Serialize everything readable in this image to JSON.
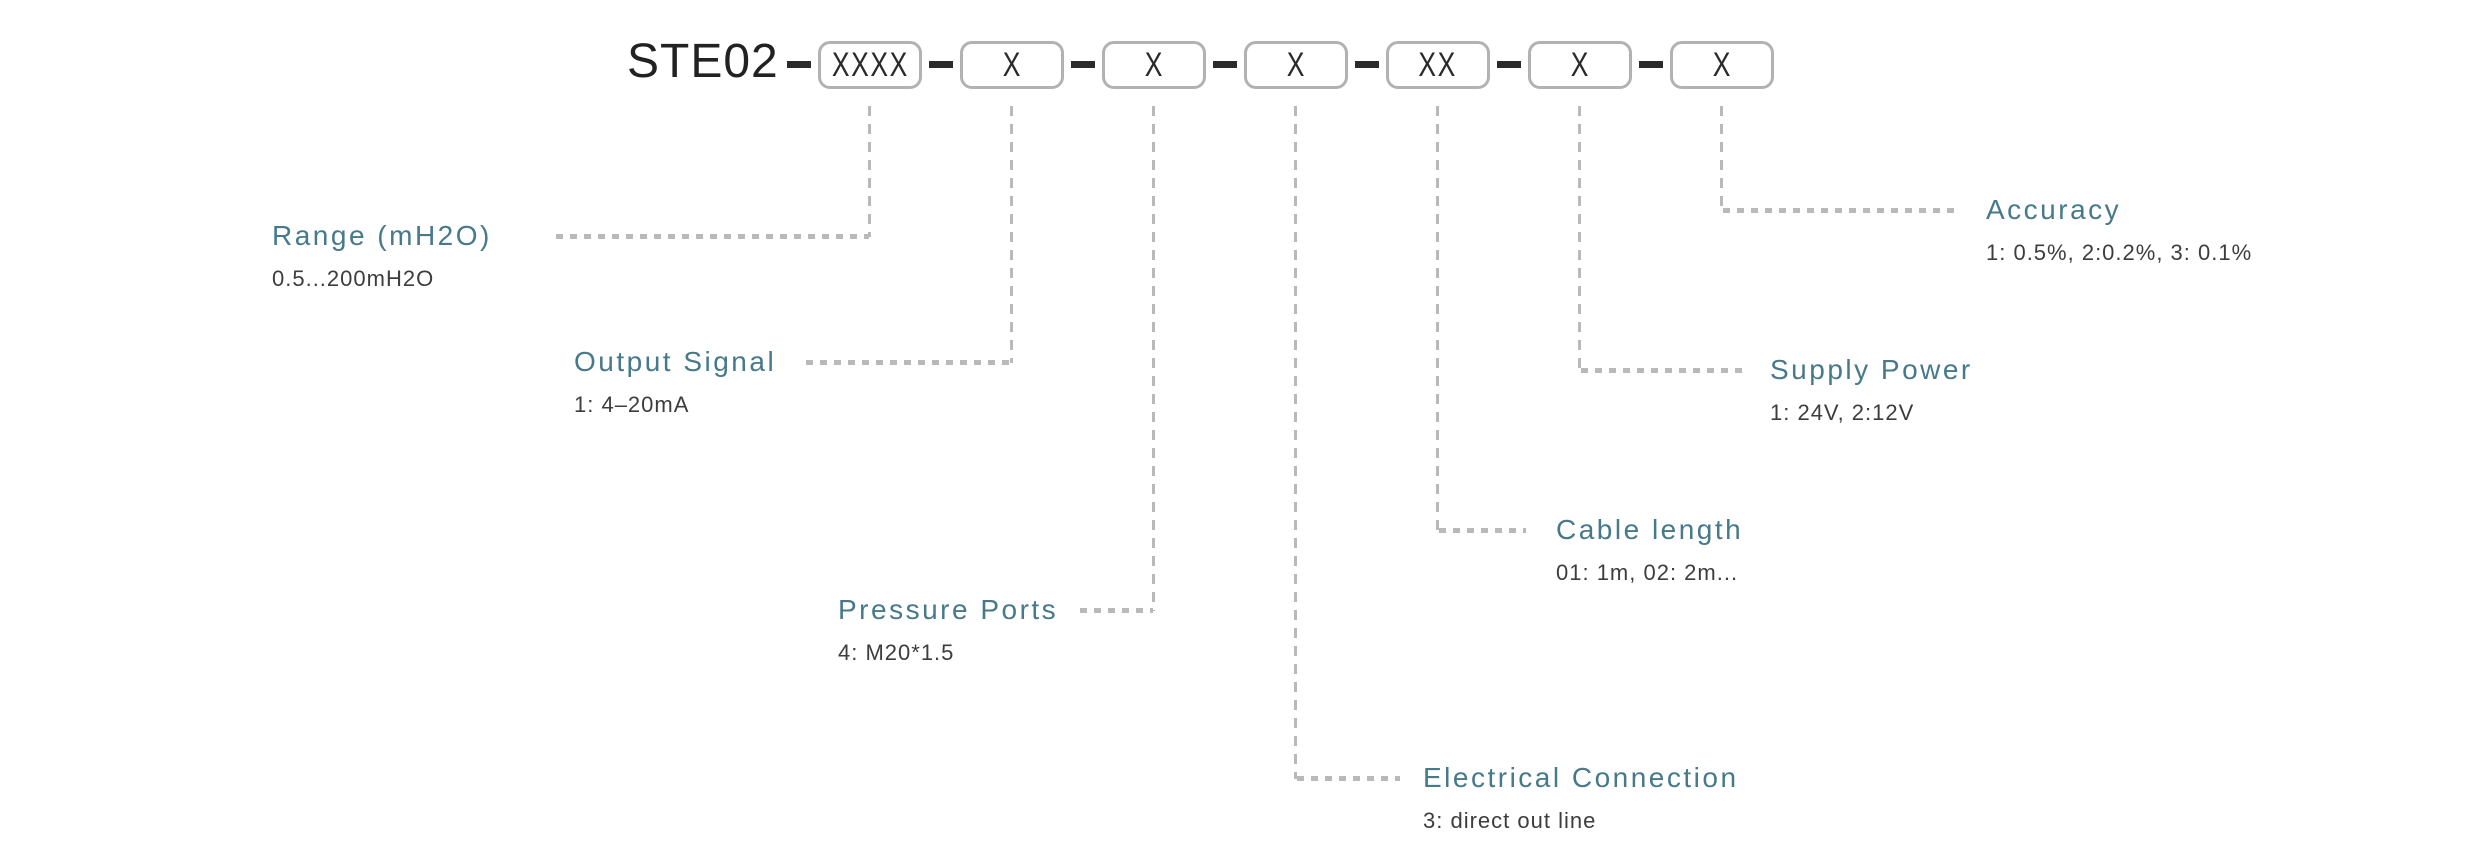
{
  "model": {
    "title": "STE02",
    "separator_glyph": "-",
    "segments": [
      "XXXX",
      "X",
      "X",
      "X",
      "XX",
      "X",
      "X"
    ]
  },
  "fields": [
    {
      "id": "range",
      "label": "Range (mH2O)",
      "options": "0.5...200mH2O"
    },
    {
      "id": "output-signal",
      "label": "Output Signal",
      "options": "1：4–20mA"
    },
    {
      "id": "pressure-ports",
      "label": "Pressure Ports",
      "options": "4：M20*1.5"
    },
    {
      "id": "electrical-connection",
      "label": "Electrical Connection",
      "options": "3：direct out line"
    },
    {
      "id": "cable-length",
      "label": "Cable length",
      "options": "01：1m、02：2m..."
    },
    {
      "id": "supply-power",
      "label": "Supply Power",
      "options": "1：24V、2:12V"
    },
    {
      "id": "accuracy",
      "label": "Accuracy",
      "options": "1：0.5%、2:0.2%、3：0.1%"
    }
  ],
  "colors": {
    "accent": "#46798a",
    "line": "#b9b9b9",
    "text": "#3d3d3d",
    "title": "#222222",
    "box_border": "#b2b2b2"
  }
}
